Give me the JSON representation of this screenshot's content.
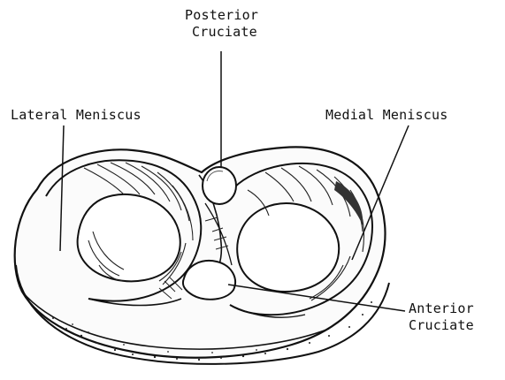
{
  "labels": {
    "posterior_cruciate": {
      "line1": "Posterior",
      "line2": "Cruciate"
    },
    "lateral_meniscus": "Lateral Meniscus",
    "medial_meniscus": "Medial Meniscus",
    "anterior_cruciate": {
      "line1": "Anterior",
      "line2": "Cruciate"
    }
  },
  "colors": {
    "ink": "#111111",
    "paper": "#ffffff",
    "shade": "#d9d9d9"
  }
}
